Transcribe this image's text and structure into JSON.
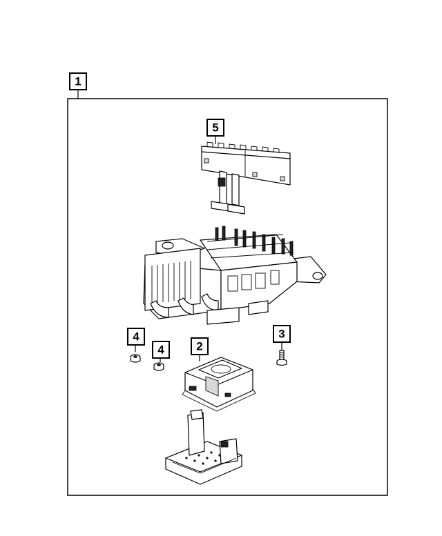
{
  "callouts": {
    "assembly": "1",
    "bracket_base": "2",
    "bolt": "3",
    "nut_left": "4",
    "nut_right": "4",
    "bus_bar": "5"
  }
}
